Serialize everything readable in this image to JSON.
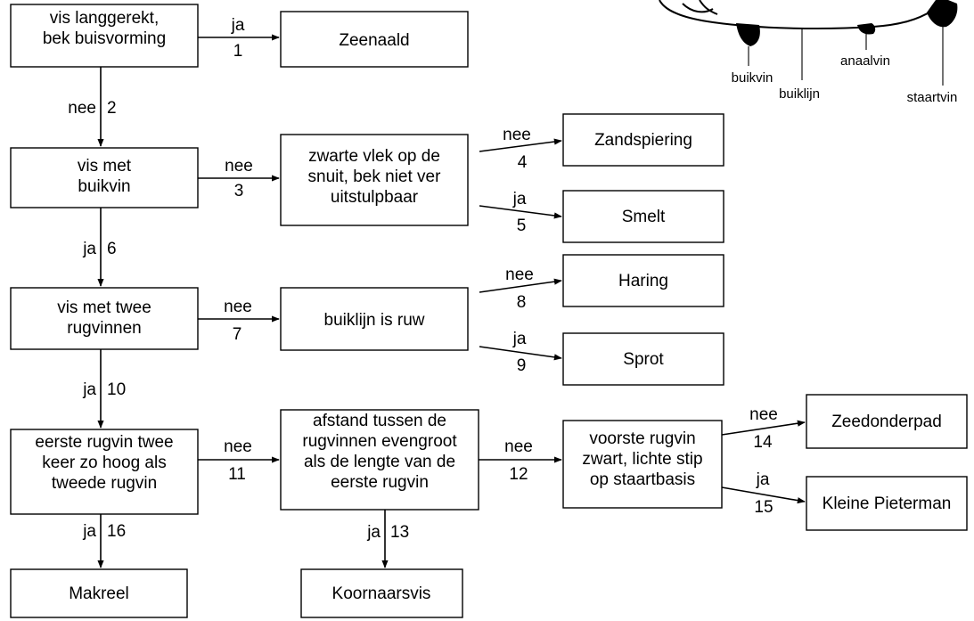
{
  "nodes": {
    "q1": [
      "vis langgerekt,",
      "bek buisvorming"
    ],
    "zeenaald": [
      "Zeenaald"
    ],
    "q2": [
      "vis met",
      "buikvin"
    ],
    "q3": [
      "zwarte vlek op de",
      "snuit, bek niet ver",
      "uitstulpbaar"
    ],
    "zandspiering": [
      "Zandspiering"
    ],
    "smelt": [
      "Smelt"
    ],
    "q4": [
      "vis met twee",
      "rugvinnen"
    ],
    "q5": [
      "buiklijn is ruw"
    ],
    "haring": [
      "Haring"
    ],
    "sprot": [
      "Sprot"
    ],
    "q6": [
      "eerste rugvin twee",
      "keer zo hoog als",
      "tweede rugvin"
    ],
    "q7": [
      "afstand tussen de",
      "rugvinnen evengroot",
      "als de lengte van de",
      "eerste rugvin"
    ],
    "q8": [
      "voorste rugvin",
      "zwart, lichte stip",
      "op staartbasis"
    ],
    "zeedonderpad": [
      "Zeedonderpad"
    ],
    "kleine_pieterman": [
      "Kleine Pieterman"
    ],
    "makreel": [
      "Makreel"
    ],
    "koornaarsvis": [
      "Koornaarsvis"
    ]
  },
  "edges": {
    "e1": {
      "answer": "ja",
      "number": "1"
    },
    "e2": {
      "answer": "nee",
      "number": "2"
    },
    "e3": {
      "answer": "nee",
      "number": "3"
    },
    "e4": {
      "answer": "nee",
      "number": "4"
    },
    "e5": {
      "answer": "ja",
      "number": "5"
    },
    "e6": {
      "answer": "ja",
      "number": "6"
    },
    "e7": {
      "answer": "nee",
      "number": "7"
    },
    "e8": {
      "answer": "nee",
      "number": "8"
    },
    "e9": {
      "answer": "ja",
      "number": "9"
    },
    "e10": {
      "answer": "ja",
      "number": "10"
    },
    "e11": {
      "answer": "nee",
      "number": "11"
    },
    "e12": {
      "answer": "nee",
      "number": "12"
    },
    "e13": {
      "answer": "ja",
      "number": "13"
    },
    "e14": {
      "answer": "nee",
      "number": "14"
    },
    "e15": {
      "answer": "ja",
      "number": "15"
    },
    "e16": {
      "answer": "ja",
      "number": "16"
    }
  },
  "fish_labels": {
    "buikvin": "buikvin",
    "buiklijn": "buiklijn",
    "anaalvin": "anaalvin",
    "staartvin": "staartvin"
  }
}
